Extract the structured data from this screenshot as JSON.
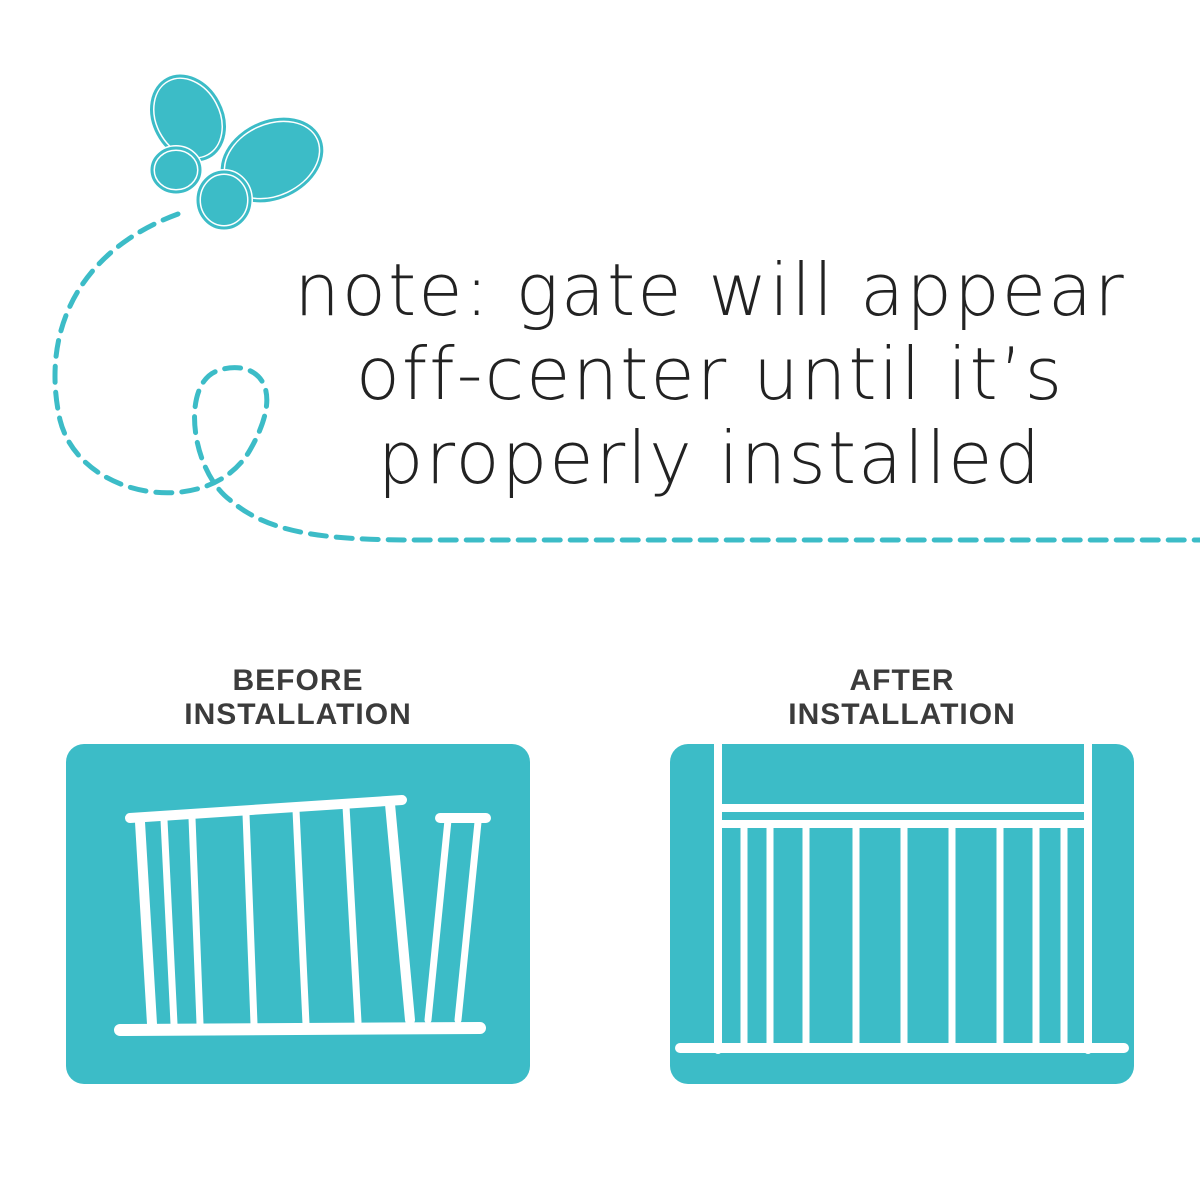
{
  "colors": {
    "accent": "#3cbcc7",
    "text": "#222222",
    "label": "#3b3b3b",
    "gate": "#ffffff"
  },
  "icons": {
    "butterfly": "butterfly-icon",
    "flight_path": "dashed-flight-path"
  },
  "note": {
    "line1": "note: gate will appear",
    "line2": "off-center until it’s",
    "line3": "properly installed"
  },
  "before": {
    "label_line1": "BEFORE",
    "label_line2": "INSTALLATION"
  },
  "after": {
    "label_line1": "AFTER",
    "label_line2": "INSTALLATION"
  }
}
